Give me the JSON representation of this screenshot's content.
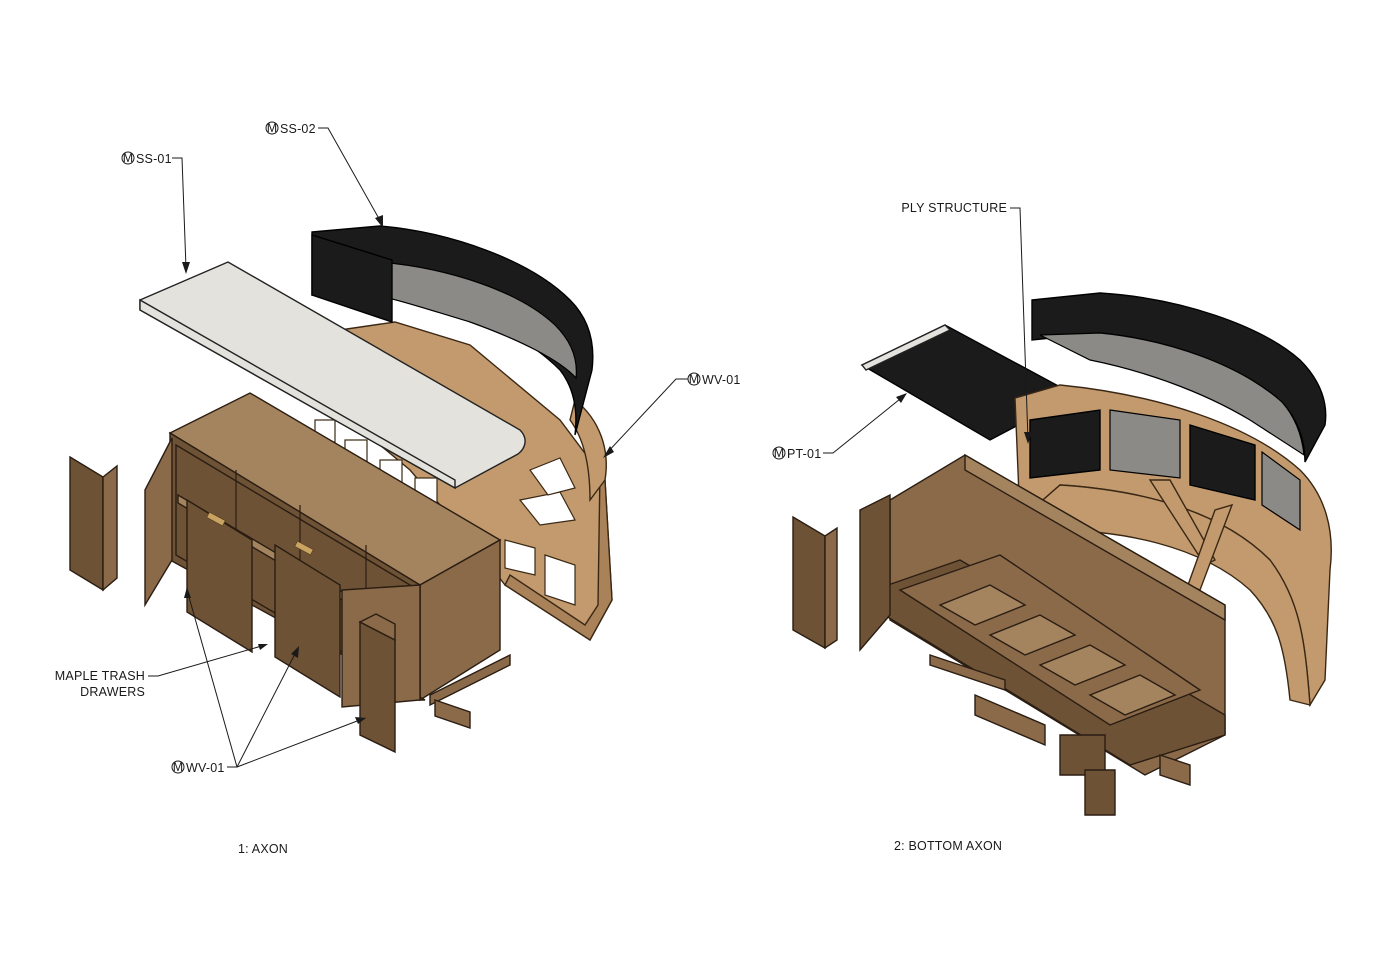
{
  "axon": {
    "title": "1: AXON",
    "callouts": {
      "ss01": {
        "symbol": "M",
        "code": "SS-01"
      },
      "ss02": {
        "symbol": "M",
        "code": "SS-02"
      },
      "wv01_right": {
        "symbol": "M",
        "code": "WV-01"
      },
      "wv01_bottom": {
        "symbol": "M",
        "code": "WV-01"
      },
      "maple_line1": "MAPLE TRASH",
      "maple_line2": "DRAWERS"
    }
  },
  "bottom_axon": {
    "title": "2: BOTTOM AXON",
    "callouts": {
      "ply": "PLY STRUCTURE",
      "pt01": {
        "symbol": "M",
        "code": "PT-01"
      }
    }
  },
  "colors": {
    "walnut": "#8b6a4a",
    "ply": "#c29a6e",
    "solid_surface_white": "#e4e2dd",
    "solid_surface_black": "#1b1b1b"
  }
}
